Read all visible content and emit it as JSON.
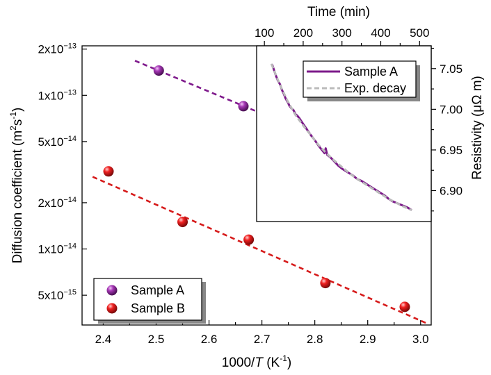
{
  "chart_data": [
    {
      "type": "scatter",
      "panel": "main",
      "xlabel": "1000/T (K⁻¹)",
      "xlabel_parts": [
        "1000/",
        "T",
        " (K",
        "-1",
        ")"
      ],
      "ylabel": "Diffusion coefficient (m²s⁻¹)",
      "xlim": [
        2.36,
        3.02
      ],
      "ylim": [
        3.2e-15,
        2.1e-13
      ],
      "yscale": "log",
      "x_ticks": [
        "2.4",
        "2.5",
        "2.6",
        "2.7",
        "2.8",
        "2.9",
        "3.0"
      ],
      "y_ticks": [
        {
          "value": 2e-13,
          "mantissa": "2x10",
          "exp": "−13"
        },
        {
          "value": 1e-13,
          "mantissa": "1x10",
          "exp": "−13"
        },
        {
          "value": 5e-14,
          "mantissa": "5x10",
          "exp": "−14"
        },
        {
          "value": 2e-14,
          "mantissa": "2x10",
          "exp": "−14"
        },
        {
          "value": 1e-14,
          "mantissa": "1x10",
          "exp": "−14"
        },
        {
          "value": 5e-15,
          "mantissa": "5x10",
          "exp": "−15"
        }
      ],
      "series": [
        {
          "name": "Sample A",
          "color": "#8b1a9a",
          "x": [
            2.505,
            2.665
          ],
          "y": [
            1.45e-13,
            8.5e-14
          ],
          "fit": {
            "x": [
              2.46,
              2.7
            ],
            "y": [
              1.68e-13,
              7.6e-14
            ],
            "color": "#7f1a8c"
          }
        },
        {
          "name": "Sample B",
          "color": "#e01a1a",
          "x": [
            2.41,
            2.55,
            2.675,
            2.82,
            2.97
          ],
          "y": [
            3.2e-14,
            1.5e-14,
            1.15e-14,
            6e-15,
            4.2e-15
          ],
          "fit": {
            "x": [
              2.38,
              3.01
            ],
            "y": [
              2.95e-14,
              3.3e-15
            ],
            "color": "#d61a1a"
          }
        }
      ],
      "legend": {
        "placement": "bottom-left",
        "entries": [
          "Sample A",
          "Sample B"
        ]
      }
    },
    {
      "type": "line",
      "panel": "inset-top-right",
      "xlabel": "Time (min)",
      "ylabel": "Resistivity (μΩ m)",
      "xlim": [
        80,
        530
      ],
      "ylim": [
        6.862,
        7.078
      ],
      "x_ticks": [
        "100",
        "200",
        "300",
        "400",
        "500"
      ],
      "y_ticks": [
        "7.05",
        "7.00",
        "6.95",
        "6.90"
      ],
      "series": [
        {
          "name": "Sample A",
          "color": "#7c1a8a",
          "x": [
            120,
            125,
            130,
            135,
            140,
            145,
            150,
            155,
            160,
            165,
            170,
            175,
            180,
            185,
            190,
            200,
            210,
            220,
            230,
            240,
            250,
            255,
            258,
            262,
            270,
            280,
            290,
            300,
            310,
            320,
            330,
            340,
            350,
            360,
            370,
            380,
            390,
            400,
            410,
            420,
            430,
            440,
            450,
            460,
            470,
            480
          ],
          "y": [
            7.055,
            7.048,
            7.041,
            7.035,
            7.031,
            7.024,
            7.019,
            7.013,
            7.009,
            7.004,
            7.001,
            6.999,
            6.994,
            6.992,
            6.989,
            6.982,
            6.975,
            6.968,
            6.962,
            6.955,
            6.949,
            6.946,
            6.952,
            6.944,
            6.941,
            6.936,
            6.931,
            6.927,
            6.924,
            6.921,
            6.918,
            6.914,
            6.912,
            6.909,
            6.906,
            6.903,
            6.9,
            6.897,
            6.894,
            6.89,
            6.887,
            6.885,
            6.883,
            6.881,
            6.879,
            6.876
          ]
        },
        {
          "name": "Exp. decay",
          "color": "#bbbbbb",
          "dashed": true,
          "x": [
            118,
            140,
            160,
            180,
            200,
            220,
            240,
            260,
            280,
            300,
            320,
            340,
            360,
            380,
            400,
            420,
            440,
            460,
            480
          ],
          "y": [
            7.056,
            7.03,
            7.01,
            6.993,
            6.98,
            6.968,
            6.956,
            6.946,
            6.937,
            6.929,
            6.921,
            6.914,
            6.908,
            6.902,
            6.896,
            6.89,
            6.885,
            6.88,
            6.876
          ]
        }
      ],
      "legend": {
        "placement": "top-right",
        "entries": [
          "Sample A",
          "Exp. decay"
        ]
      }
    }
  ]
}
